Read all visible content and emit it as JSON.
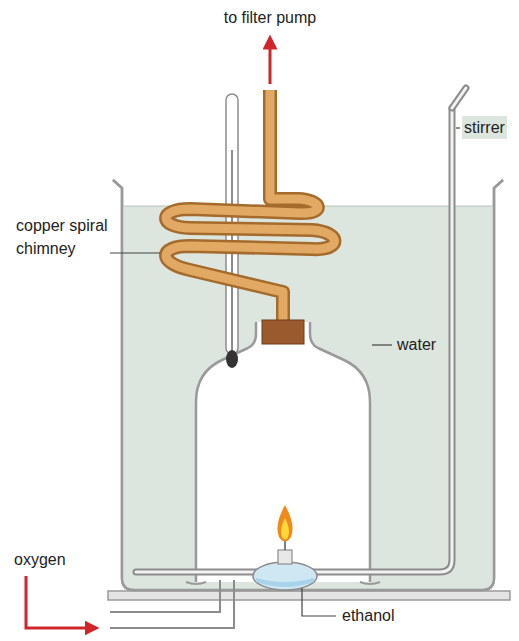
{
  "diagram": {
    "labels": [
      "to filter pump",
      "copper spiral chimney",
      "stirrer",
      "water",
      "oxygen",
      "ethanol"
    ]
  }
}
